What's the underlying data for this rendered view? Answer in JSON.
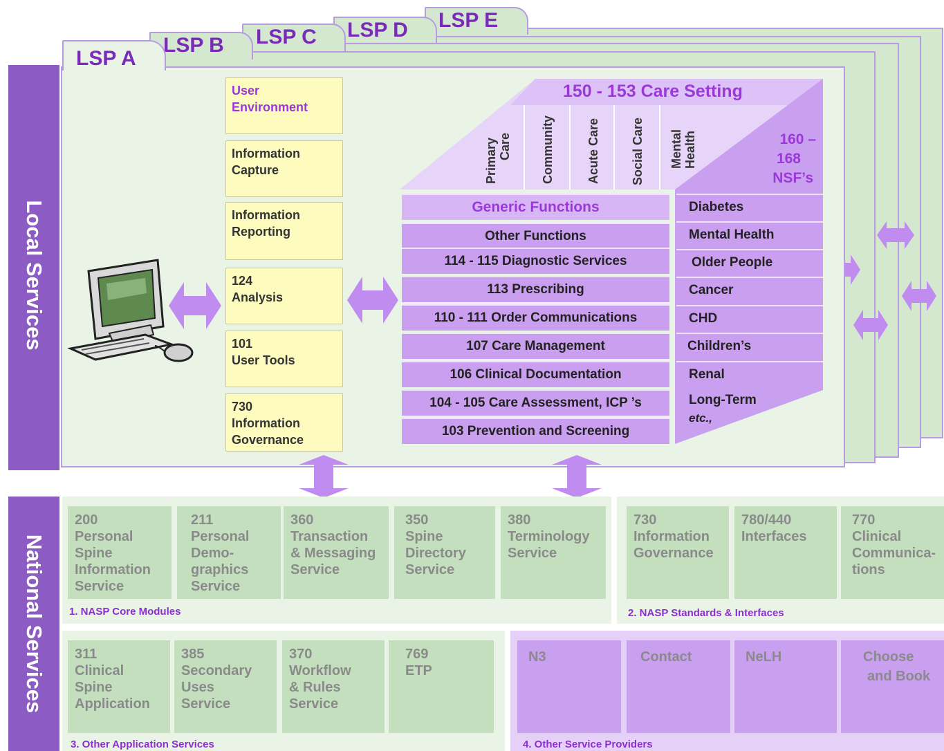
{
  "tabs": {
    "lsp_a": "LSP A",
    "lsp_b": "LSP B",
    "lsp_c": "LSP C",
    "lsp_d": "LSP D",
    "lsp_e": "LSP E"
  },
  "side_labels": {
    "local": "Local Services",
    "national": "National Services"
  },
  "user_boxes": [
    {
      "line1": "User",
      "line2": "Environment"
    },
    {
      "line1": "Information",
      "line2": "Capture"
    },
    {
      "line1": "Information",
      "line2": "Reporting"
    },
    {
      "line1": "124",
      "line2": "Analysis"
    },
    {
      "line1": "101",
      "line2": "User Tools"
    },
    {
      "line1": "730",
      "line2": "Information",
      "line3": "Governance"
    }
  ],
  "care_setting": {
    "title": "150 - 153 Care Setting",
    "columns": [
      {
        "l1": "Primary",
        "l2": "Care"
      },
      {
        "l1": "Community",
        "l2": ""
      },
      {
        "l1": "Acute Care",
        "l2": ""
      },
      {
        "l1": "Social Care",
        "l2": ""
      },
      {
        "l1": "Mental",
        "l2": "Health"
      }
    ],
    "nsf_title": {
      "l1": "160 –",
      "l2": "168",
      "l3": "NSF’s"
    }
  },
  "functions": {
    "header": "Generic Functions",
    "items": [
      "Other Functions",
      "114 - 115 Diagnostic Services",
      "113 Prescribing",
      "110 - 111 Order Communications",
      "107 Care Management",
      "106 Clinical Documentation",
      "104 - 105 Care Assessment, ICP ’s",
      "103 Prevention and Screening"
    ]
  },
  "nsfs": [
    "Diabetes",
    "Mental Health",
    "Older People",
    "Cancer",
    "CHD",
    "Children’s",
    "Renal"
  ],
  "nsf_last": {
    "l1": "Long-Term",
    "l2": "etc.,"
  },
  "panel1": {
    "label": "1. NASP Core Modules",
    "boxes": [
      [
        "200",
        "Personal",
        "Spine",
        "Information",
        "Service"
      ],
      [
        "211",
        "Personal",
        "Demo-",
        "graphics",
        "Service"
      ],
      [
        "360",
        "Transaction",
        "& Messaging",
        "Service"
      ],
      [
        "350",
        "Spine",
        "Directory",
        "Service"
      ],
      [
        "380",
        "Terminology",
        "Service"
      ]
    ]
  },
  "panel2": {
    "label": "2. NASP Standards & Interfaces",
    "boxes": [
      [
        "730",
        "Information",
        "Governance"
      ],
      [
        "780/440",
        "Interfaces"
      ],
      [
        "770",
        "Clinical",
        "Communica-",
        "tions"
      ]
    ]
  },
  "panel3": {
    "label": "3. Other Application Services",
    "boxes": [
      [
        "311",
        "Clinical",
        "Spine",
        "Application"
      ],
      [
        "385",
        "Secondary",
        "Uses",
        "Service"
      ],
      [
        "370",
        "Workflow",
        "& Rules",
        "Service"
      ],
      [
        "769",
        "ETP"
      ]
    ]
  },
  "panel4": {
    "label": "4. Other Service Providers",
    "boxes": [
      [
        "N3"
      ],
      [
        "Contact"
      ],
      [
        "NeLH"
      ],
      [
        "Choose",
        "and Book"
      ]
    ]
  },
  "colors": {
    "purple_dark": "#8c5cc4",
    "purple_band": "#ca9ff0",
    "green_light": "#e9f3e6",
    "green_box": "#c3dfbd",
    "yellow_box": "#fdfbbe",
    "label_purple": "#9b39d6",
    "arrow_purple": "#c08cf0"
  },
  "icons": [
    "computer-icon",
    "double-arrow-icon",
    "vertical-double-arrow-icon"
  ]
}
